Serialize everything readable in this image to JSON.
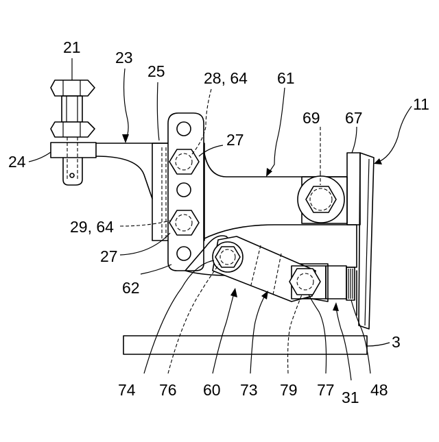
{
  "labels": {
    "l21": "21",
    "l23": "23",
    "l25": "25",
    "l28_64": "28, 64",
    "l61": "61",
    "l11": "11",
    "l69": "69",
    "l67": "67",
    "l27a": "27",
    "l24": "24",
    "l29_64": "29, 64",
    "l27b": "27",
    "l62": "62",
    "l3": "3",
    "l74": "74",
    "l76": "76",
    "l60": "60",
    "l73": "73",
    "l79": "79",
    "l77": "77",
    "l31": "31",
    "l48": "48"
  },
  "colors": {
    "ink": "#000000",
    "background": "#ffffff"
  }
}
